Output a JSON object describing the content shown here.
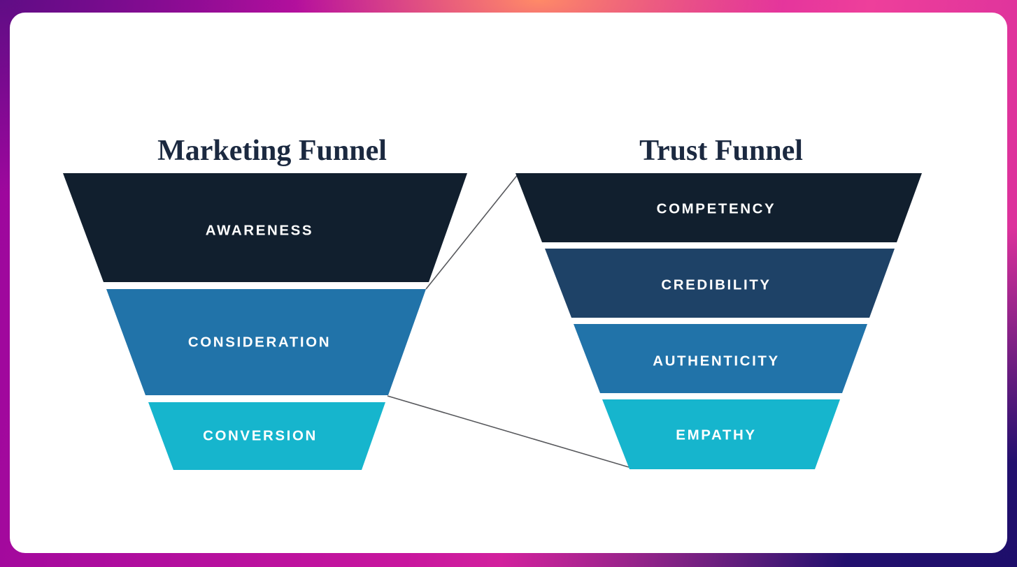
{
  "funnels": [
    {
      "id": "marketing",
      "title": "Marketing Funnel",
      "stages": [
        {
          "label": "AWARENESS",
          "color": "#111f2e"
        },
        {
          "label": "CONSIDERATION",
          "color": "#2173a9"
        },
        {
          "label": "CONVERSION",
          "color": "#16b5cd"
        }
      ]
    },
    {
      "id": "trust",
      "title": "Trust Funnel",
      "stages": [
        {
          "label": "COMPETENCY",
          "color": "#111f2e"
        },
        {
          "label": "CREDIBILITY",
          "color": "#1e4267"
        },
        {
          "label": "AUTHENTICITY",
          "color": "#2173a9"
        },
        {
          "label": "EMPATHY",
          "color": "#16b5cd"
        }
      ]
    }
  ],
  "connector": {
    "color": "#57585c"
  },
  "theme": {
    "panel_background": "#ffffff",
    "title_color": "#1b2940",
    "stage_label_color": "#ffffff",
    "frame_gradient": {
      "top_left": "#600d85",
      "top_center": "#ff8a67",
      "top_right": "#d62d9c",
      "left": "#9a069d",
      "bottom_center": "#ee3f9b",
      "bottom_right": "#22106e"
    }
  }
}
